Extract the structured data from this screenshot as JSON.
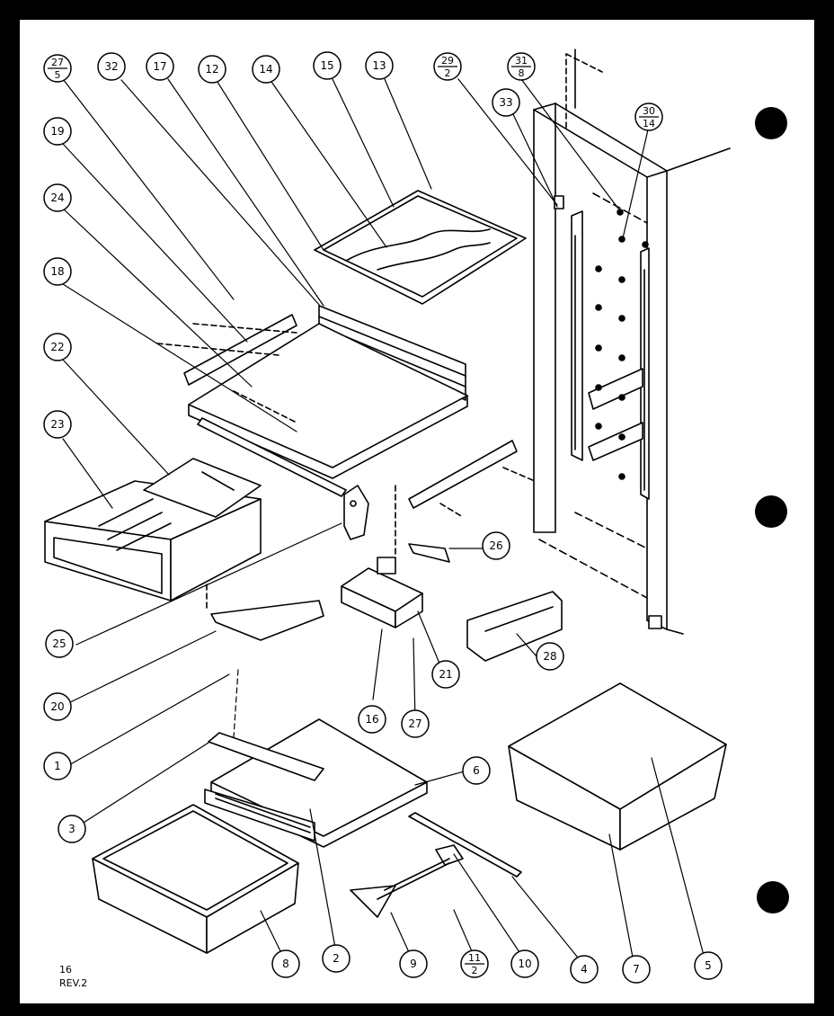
{
  "footer": {
    "page": "16",
    "rev": "REV.2"
  },
  "callouts": [
    {
      "id": "c27_5",
      "label": "27",
      "sub": "5"
    },
    {
      "id": "c32",
      "label": "32"
    },
    {
      "id": "c17",
      "label": "17"
    },
    {
      "id": "c12",
      "label": "12"
    },
    {
      "id": "c14",
      "label": "14"
    },
    {
      "id": "c15",
      "label": "15"
    },
    {
      "id": "c13",
      "label": "13"
    },
    {
      "id": "c29_2",
      "label": "29",
      "sub": "2"
    },
    {
      "id": "c31_8",
      "label": "31",
      "sub": "8"
    },
    {
      "id": "c33",
      "label": "33"
    },
    {
      "id": "c30_14",
      "label": "30",
      "sub": "14"
    },
    {
      "id": "c19",
      "label": "19"
    },
    {
      "id": "c24",
      "label": "24"
    },
    {
      "id": "c18",
      "label": "18"
    },
    {
      "id": "c22",
      "label": "22"
    },
    {
      "id": "c23",
      "label": "23"
    },
    {
      "id": "c26",
      "label": "26"
    },
    {
      "id": "c25",
      "label": "25"
    },
    {
      "id": "c28",
      "label": "28"
    },
    {
      "id": "c21",
      "label": "21"
    },
    {
      "id": "c16",
      "label": "16"
    },
    {
      "id": "c20",
      "label": "20"
    },
    {
      "id": "c27",
      "label": "27"
    },
    {
      "id": "c1",
      "label": "1"
    },
    {
      "id": "c6",
      "label": "6"
    },
    {
      "id": "c3",
      "label": "3"
    },
    {
      "id": "c8",
      "label": "8"
    },
    {
      "id": "c2",
      "label": "2"
    },
    {
      "id": "c9",
      "label": "9"
    },
    {
      "id": "c11_2",
      "label": "11",
      "sub": "2"
    },
    {
      "id": "c10",
      "label": "10"
    },
    {
      "id": "c4",
      "label": "4"
    },
    {
      "id": "c7",
      "label": "7"
    },
    {
      "id": "c5",
      "label": "5"
    }
  ]
}
